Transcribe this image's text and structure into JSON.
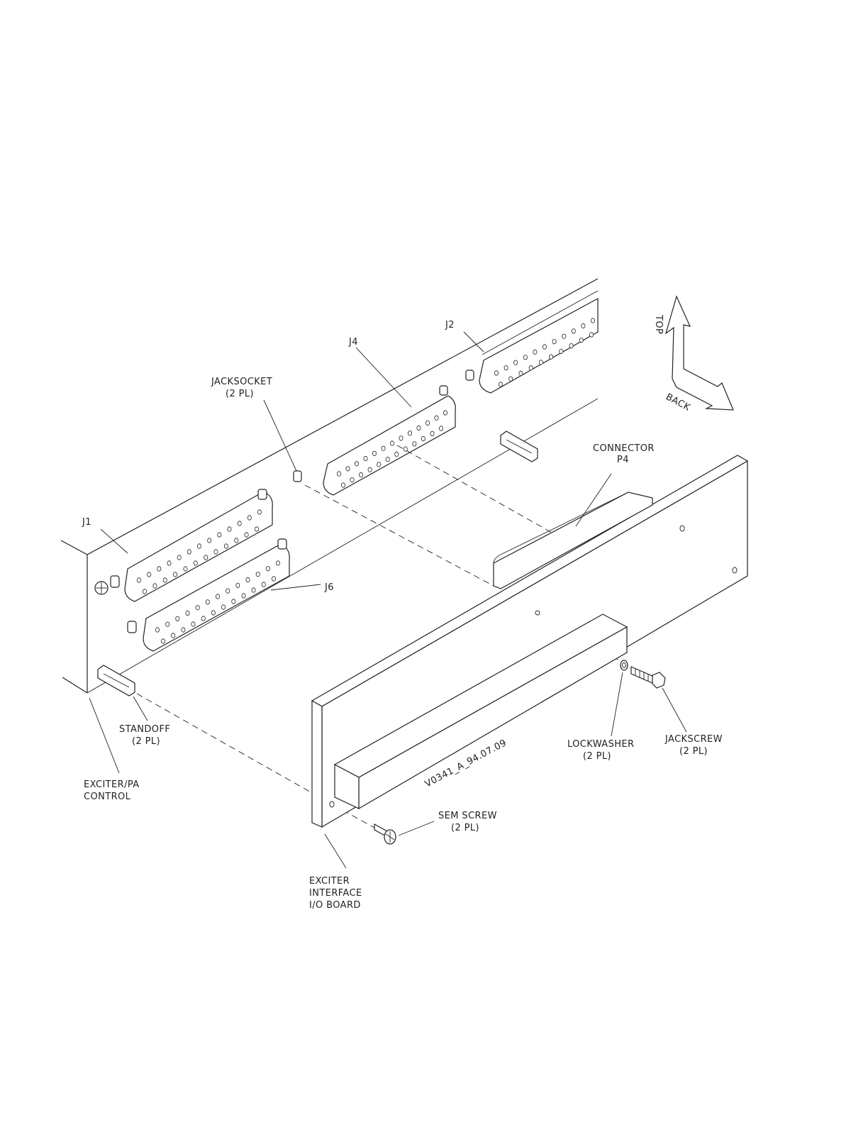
{
  "labels": {
    "j1": "J1",
    "j2": "J2",
    "j4": "J4",
    "j6": "J6",
    "jacksocket": "JACKSOCKET",
    "jacksocket_qty": "(2 PL)",
    "connector": "CONNECTOR",
    "connector_id": "P4",
    "standoff": "STANDOFF",
    "standoff_qty": "(2 PL)",
    "exciter_pa_1": "EXCITER/PA",
    "exciter_pa_2": "CONTROL",
    "lockwasher": "LOCKWASHER",
    "lockwasher_qty": "(2 PL)",
    "jackscrew": "JACKSCREW",
    "jackscrew_qty": "(2 PL)",
    "sem_screw": "SEM SCREW",
    "sem_screw_qty": "(2 PL)",
    "board_1": "EXCITER",
    "board_2": "INTERFACE",
    "board_3": "I/O BOARD",
    "drawing_id": "V0341_A_94.07.09",
    "arrow_top": "TOP",
    "arrow_back": "BACK"
  },
  "colors": {
    "ink": "#222222",
    "paper": "#ffffff"
  }
}
